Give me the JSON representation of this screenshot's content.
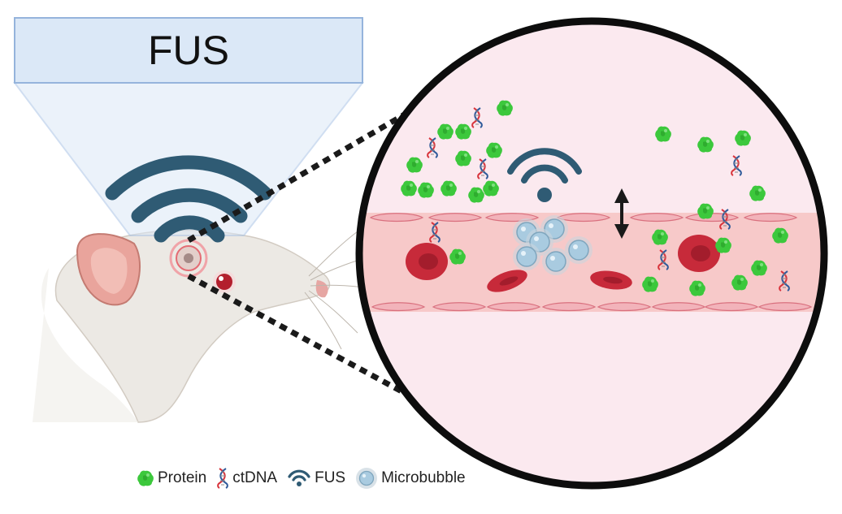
{
  "title": "FUS",
  "legend": {
    "protein": "Protein",
    "ctdna": "ctDNA",
    "fus": "FUS",
    "microbubble": "Microbubble"
  },
  "colors": {
    "protein": "#3cc83c",
    "ctdna_red": "#d8343c",
    "ctdna_blue": "#2f5a9a",
    "fus_wave": "#2f5b74",
    "microbubble": "#a9cbe0",
    "rbc": "#c72a3a",
    "vessel": "#f7c9c9",
    "endothelium": "#ec9aa4",
    "lumen_bg": "#fbe9ef",
    "transducer_box": "#dbe8f7",
    "mouse": "#ece9e4",
    "ear": "#e9a49c"
  }
}
